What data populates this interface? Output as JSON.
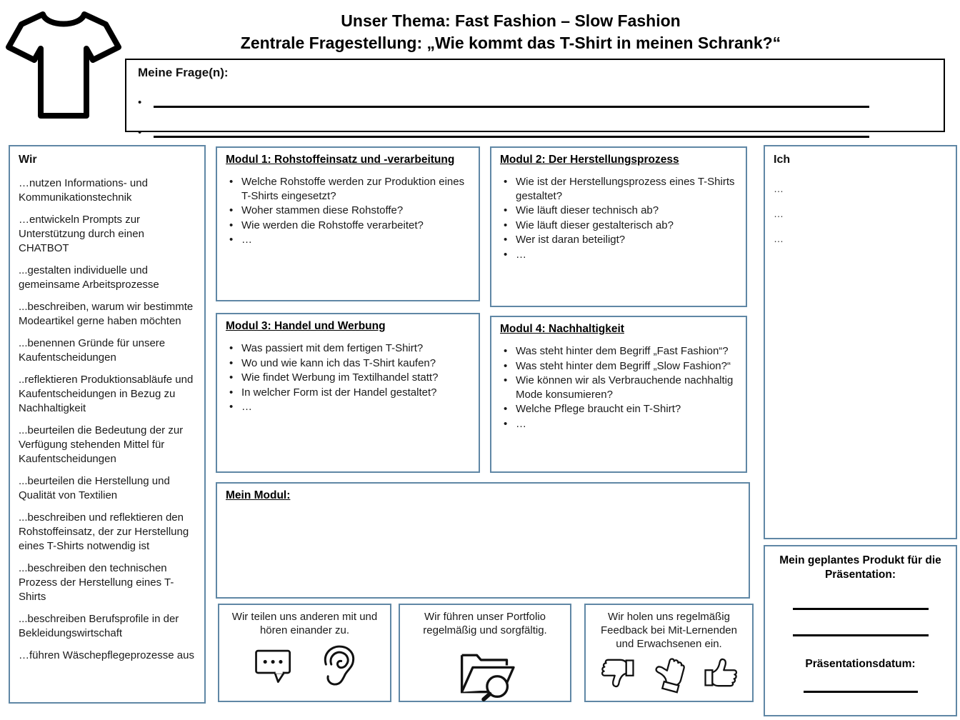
{
  "header": {
    "title_line1": "Unser Thema: Fast Fashion – Slow Fashion",
    "title_line2": "Zentrale Fragestellung: „Wie kommt das T-Shirt in meinen Schrank?“"
  },
  "meine_fragen": {
    "label": "Meine Frage(n):",
    "blank_lines": 2
  },
  "wir": {
    "title": "Wir",
    "items": [
      "…nutzen Informations- und Kommunikationstechnik",
      "…entwickeln Prompts zur Unterstützung durch einen CHATBOT",
      "...gestalten individuelle und gemeinsame Arbeitsprozesse",
      "...beschreiben, warum wir bestimmte Modeartikel gerne haben möchten",
      "...benennen Gründe für unsere Kaufentscheidungen",
      "..reflektieren Produktionsabläufe und Kaufentscheidungen in Bezug zu Nachhaltigkeit",
      "...beurteilen die Bedeutung der zur Verfügung stehenden Mittel für Kaufentscheidungen",
      "...beurteilen die Herstellung und Qualität von Textilien",
      "...beschreiben und reflektieren den Rohstoffeinsatz, der zur Herstellung eines T-Shirts notwendig ist",
      "...beschreiben den technischen Prozess der Herstellung eines T-Shirts",
      "...beschreiben Berufsprofile in der Bekleidungswirtschaft",
      "…führen Wäschepflegeprozesse aus"
    ]
  },
  "ich": {
    "title": "Ich",
    "items": [
      "…",
      "…",
      "…"
    ]
  },
  "modules": [
    {
      "title": "Modul 1: Rohstoffeinsatz und -verarbeitung",
      "questions": [
        "Welche Rohstoffe werden zur Produktion eines T-Shirts eingesetzt?",
        "Woher stammen diese Rohstoffe?",
        "Wie werden die Rohstoffe verarbeitet?",
        "…"
      ]
    },
    {
      "title": "Modul 2: Der Herstellungsprozess",
      "questions": [
        "Wie ist der Herstellungsprozess eines T-Shirts gestaltet?",
        "Wie läuft dieser technisch ab?",
        "Wie läuft dieser gestalterisch ab?",
        "Wer ist daran beteiligt?",
        "…"
      ]
    },
    {
      "title": "Modul 3: Handel und Werbung",
      "questions": [
        "Was passiert mit dem fertigen T-Shirt?",
        "Wo und wie kann ich das T-Shirt kaufen?",
        "Wie findet Werbung im Textilhandel statt?",
        "In welcher Form ist der Handel gestaltet?",
        "…"
      ]
    },
    {
      "title": "Modul 4: Nachhaltigkeit",
      "questions": [
        "Was steht hinter dem Begriff „Fast Fashion“?",
        "Was steht hinter dem Begriff „Slow Fashion?“",
        "Wie können wir als Verbrauchende nachhaltig Mode konsumieren?",
        "Welche Pflege braucht ein T-Shirt?",
        "…"
      ]
    }
  ],
  "mein_modul": {
    "label": "Mein Modul:"
  },
  "commitments": [
    {
      "text": "Wir teilen uns anderen mit und hören einander zu.",
      "icons": [
        "speech-bubble-icon",
        "ear-icon"
      ]
    },
    {
      "text": "Wir führen unser Portfolio regelmäßig und sorgfältig.",
      "icons": [
        "folder-search-icon"
      ]
    },
    {
      "text": "Wir holen uns regelmäßig Feedback bei Mit-Lernenden und Erwachsenen ein.",
      "icons": [
        "thumbs-down-icon",
        "thumb-sideways-icon",
        "thumbs-up-icon"
      ]
    }
  ],
  "product": {
    "title": "Mein geplantes Produkt für die Präsentation:",
    "date_label": "Präsentationsdatum:"
  },
  "colors": {
    "box_border": "#5f87a5",
    "frame_border": "#000000",
    "text": "#1a1a1a"
  }
}
